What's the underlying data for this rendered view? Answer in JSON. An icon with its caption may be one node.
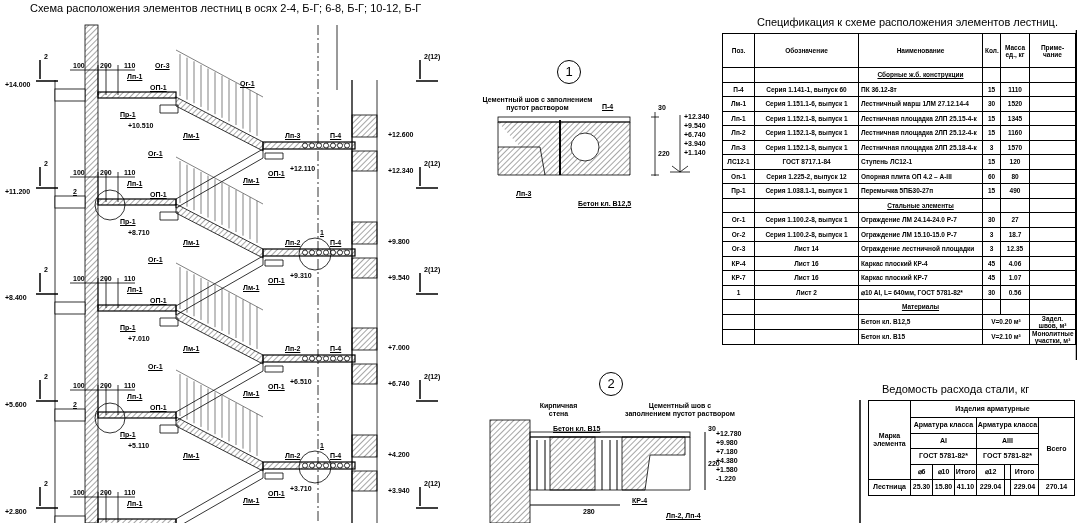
{
  "diagram": {
    "title": "Схема расположения элементов лестниц в осях 2-4, Б-Г; 6-8, Б-Г; 10-12, Б-Г",
    "labels": [
      "2",
      "+14.000",
      "100",
      "200",
      "110",
      "Лп-1",
      "ОП-1",
      "Ог-3",
      "Ог-1",
      "Пр-1",
      "+10.510",
      "Лм-1",
      "Лп-3",
      "П-4",
      "+12.600",
      "2(12)",
      "ОП-1",
      "+12.110",
      "+12.340",
      "Лм-1",
      "2",
      "+11.200",
      "100",
      "200",
      "110",
      "Лп-1",
      "ОП-1",
      "Ог-1",
      "2",
      "1",
      "Пр-1",
      "+8.710",
      "Лм-1",
      "Лп-2",
      "П-4",
      "+9.800",
      "2(12)",
      "ОП-1",
      "+9.310",
      "+9.540",
      "Лм-1",
      "2",
      "+8.400",
      "100",
      "200",
      "110",
      "Лп-1",
      "ОП-1",
      "Ог-1",
      "Пр-1",
      "+7.010",
      "Лм-1",
      "Лп-2",
      "П-4",
      "+7.000",
      "2(12)",
      "ОП-1",
      "+6.510",
      "+6.740",
      "Лм-1",
      "2",
      "+5.600",
      "100",
      "200",
      "110",
      "Лп-1",
      "ОП-1",
      "Ог-1",
      "2",
      "1",
      "Пр-1",
      "+5.110",
      "Лм-1",
      "Лп-2",
      "П-4",
      "+4.200",
      "2(12)",
      "ОП-1",
      "+3.710",
      "+3.940",
      "Лм-1",
      "2",
      "+2.800",
      "100",
      "200",
      "110",
      "Лп-1",
      "2(12)",
      "1",
      "Цементный шов с заполнением пустот раствором",
      "П-4",
      "30",
      "220",
      "+12.340",
      "+9.540",
      "+6.740",
      "+3.940",
      "+1.140",
      "Лп-3",
      "Бетон кл. B12,5",
      "2",
      "Кирпичная стена",
      "Бетон кл. B15",
      "Цементный шов с заполнением пустот раствором",
      "30",
      "220",
      "КР-4",
      "Лп-2, Лп-4",
      "280",
      "+12.780",
      "+9.980",
      "+7.180",
      "+4.380",
      "+1.580",
      "-1.220",
      "Спецификация к схеме расположения элементов лестниц.",
      "Поз.",
      "Обозначение",
      "Наименование",
      "Кол.",
      "Масса ед., кг",
      "Приме- чание",
      "Сборные ж.б. конструкции",
      "П-4",
      "Серия 1.141-1, выпуск 60",
      "ПК 36.12-8т",
      "15",
      "1110",
      "Лм-1",
      "Серия 1.151.1-6, выпуск 1",
      "Лестничный марш 1ЛМ 27.12.14-4",
      "30",
      "1520",
      "Лп-1",
      "Серия 1.152.1-8, выпуск 1",
      "Лестничная площадка 2ЛП 25.15-4-к",
      "15",
      "1345",
      "Лп-2",
      "Серия 1.152.1-8, выпуск 1",
      "Лестничная площадка 2ЛП 25.12-4-к",
      "15",
      "1160",
      "Лп-3",
      "Серия 1.152.1-8, выпуск 1",
      "Лестничная площадка 2ЛП 25.18-4-к",
      "3",
      "1570",
      "ЛС12-1",
      "ГОСТ 8717.1-84",
      "Ступень ЛС12-1",
      "15",
      "120",
      "Оп-1",
      "Серия 1.225-2, выпуск 12",
      "Опорная плита ОП 4.2 – А-III",
      "60",
      "80",
      "Пр-1",
      "Серия 1.038.1-1, выпуск 1",
      "Перемычка 5ПБ30-27п",
      "15",
      "490",
      "Стальные элементы",
      "Ог-1",
      "Серия 1.100.2-8, выпуск 1",
      "Ограждение ЛМ 24.14-24.0 Р-7",
      "30",
      "27",
      "Ог-2",
      "Серия 1.100.2-8, выпуск 1",
      "Ограждение ЛМ 15.10-15.0 Р-7",
      "3",
      "18.7",
      "Ог-3",
      "Лист 14",
      "Ограждение лестничной площадки",
      "3",
      "12.35",
      "КР-4",
      "Лист 16",
      "Каркас плоский КР-4",
      "45",
      "4.06",
      "КР-7",
      "Лист 16",
      "Каркас плоский КР-7",
      "45",
      "1.07",
      "1",
      "Лист 2",
      "⌀10 AI, L= 640мм, ГОСТ 5781-82*",
      "30",
      "0.56",
      "Материалы",
      "Бетон кл. B12,5",
      "V=0.20 м³",
      "Задел. швов, м³",
      "Бетон кл. B15",
      "V=2.10 м³",
      "Монолитные участки, м³",
      "Ведомость расхода стали, кг",
      "Марка элемента",
      "Изделия арматурные",
      "Арматура класса",
      "Арматура класса",
      "Всего",
      "AI",
      "AIII",
      "ГОСТ 5781-82*",
      "ГОСТ 5781-82*",
      "⌀6",
      "⌀10",
      "Итого",
      "⌀12",
      "Итого",
      "Лестница",
      "25.30",
      "15.80",
      "41.10",
      "229.04",
      "229.04",
      "270.14"
    ]
  }
}
